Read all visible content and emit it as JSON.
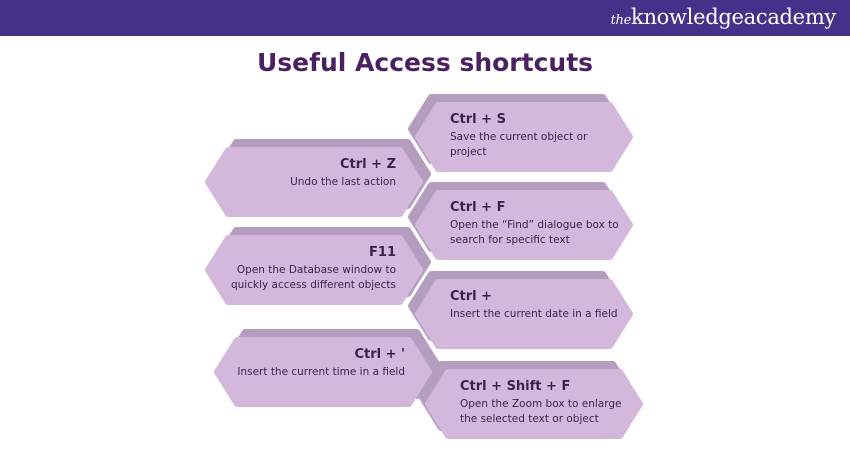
{
  "header": {
    "brand": "theknowledgeacademy",
    "brand_prefix": "the",
    "brand_main": "knowledgeacademy"
  },
  "title": "Useful Access shortcuts",
  "shortcuts": [
    {
      "key": "Ctrl + S",
      "desc": "Save the current object or project",
      "side": "right"
    },
    {
      "key": "Ctrl + Z",
      "desc": "Undo the last action",
      "side": "left"
    },
    {
      "key": "Ctrl + F",
      "desc": "Open the “Find” dialogue box to search for specific text",
      "side": "right"
    },
    {
      "key": "F11",
      "desc": "Open the Database window to quickly access different objects",
      "side": "left"
    },
    {
      "key": "Ctrl +",
      "desc": "Insert the current date in a field",
      "side": "right"
    },
    {
      "key": "Ctrl + '",
      "desc": "Insert the current time in a field",
      "side": "left"
    },
    {
      "key": "Ctrl + Shift + F",
      "desc": "Open the Zoom box to enlarge the selected text or object",
      "side": "right"
    }
  ],
  "colors": {
    "front": "#d4b8dc",
    "back": "#b59dc0",
    "text": "#3d1f4a",
    "header": "#45308a"
  }
}
